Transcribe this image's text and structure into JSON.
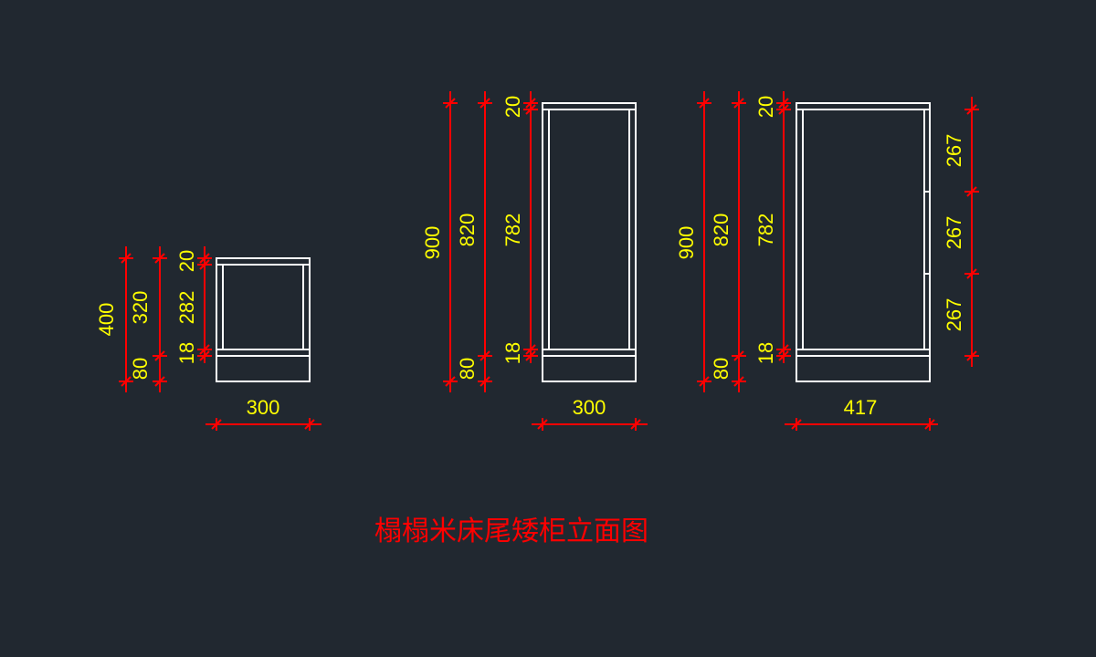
{
  "colors": {
    "background": "#212830",
    "outline": "#ffffff",
    "dimension_line": "#ff0000",
    "dimension_text": "#ffff00",
    "title": "#ff0000"
  },
  "title": "榻榻米床尾矮柜立面图",
  "cabinets": [
    {
      "id": "cabinet-1",
      "width_label": "300",
      "total_height_label": "400",
      "body_height_label": "320",
      "plinth_label": "80",
      "top_panel_label": "20",
      "inner_height_label": "282",
      "shelf_label": "18"
    },
    {
      "id": "cabinet-2",
      "width_label": "300",
      "total_height_label": "900",
      "body_height_label": "820",
      "plinth_label": "80",
      "top_panel_label": "20",
      "inner_height_label": "782",
      "shelf_label": "18"
    },
    {
      "id": "cabinet-3",
      "width_label": "417",
      "total_height_label": "900",
      "body_height_label": "820",
      "plinth_label": "80",
      "top_panel_label": "20",
      "inner_height_label": "782",
      "shelf_label": "18",
      "drawer_labels": [
        "267",
        "267",
        "267"
      ]
    }
  ]
}
